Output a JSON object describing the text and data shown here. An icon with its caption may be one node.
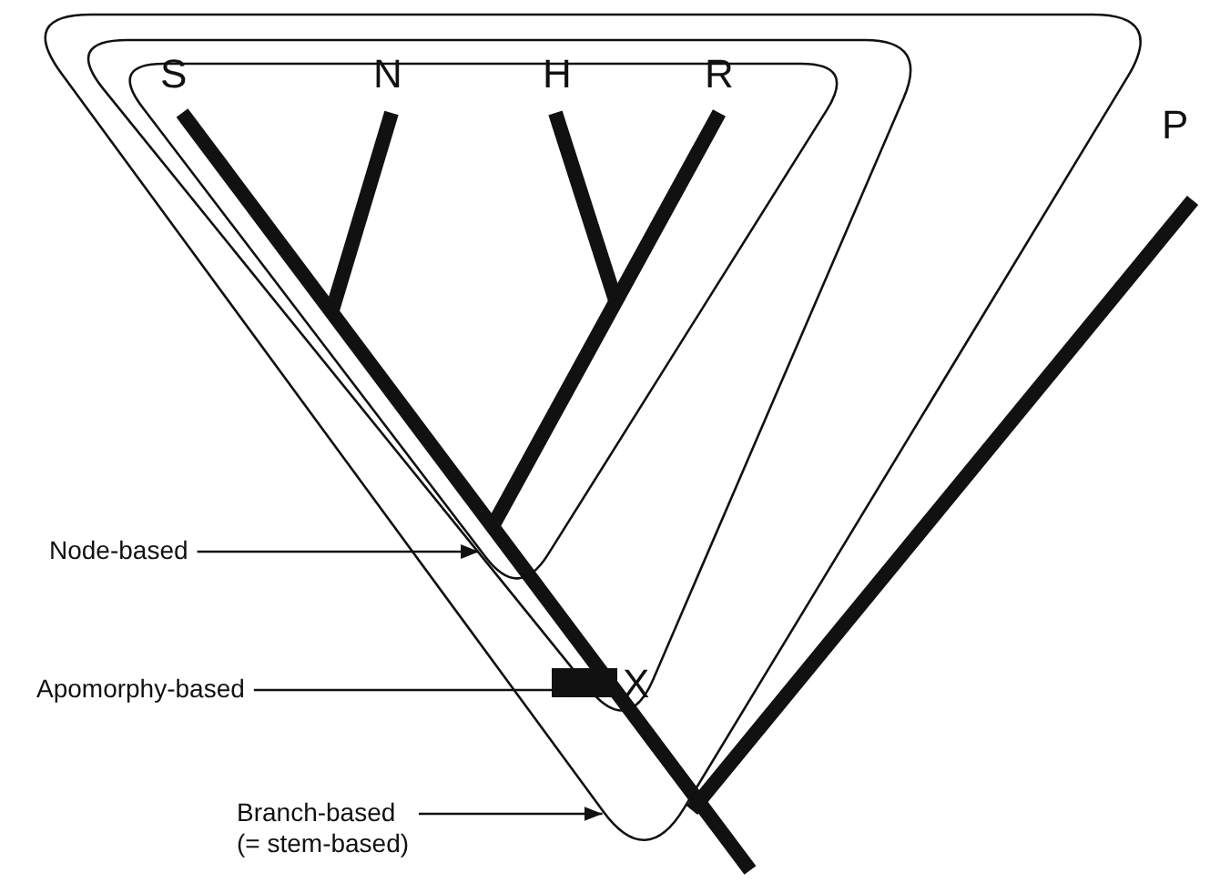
{
  "diagram": {
    "nodes": [
      {
        "text": [],
        "shape": "outline"
      },
      {
        "text": [],
        "shape": "outline",
        "in": 0
      },
      {
        "text": [],
        "shape": "outline",
        "in": 1
      },
      {
        "text": [
          "Node-based"
        ]
      },
      {
        "text": [
          "Apomorphy-based"
        ]
      },
      {
        "text": [
          "Branch-based (= stem-based)"
        ]
      }
    ],
    "edges": [
      {
        "from": 3,
        "to": 2,
        "arrow": "to"
      },
      {
        "from": 4,
        "to": 1,
        "arrow": "to"
      },
      {
        "from": 5,
        "to": 0,
        "arrow": "to"
      }
    ],
    "labels": [
      "S",
      "N",
      "H",
      "R",
      "P",
      "X"
    ]
  }
}
